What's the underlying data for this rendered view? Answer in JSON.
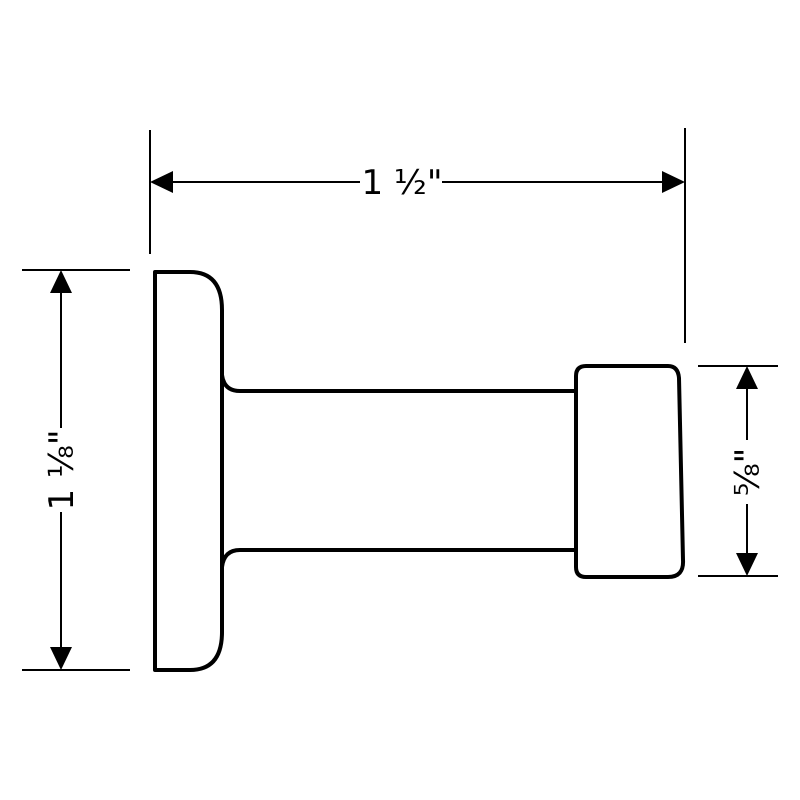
{
  "dimensions": {
    "overall_depth": "1 ½\"",
    "base_height": "1 ⅛\"",
    "cap_height": "⅝\""
  }
}
